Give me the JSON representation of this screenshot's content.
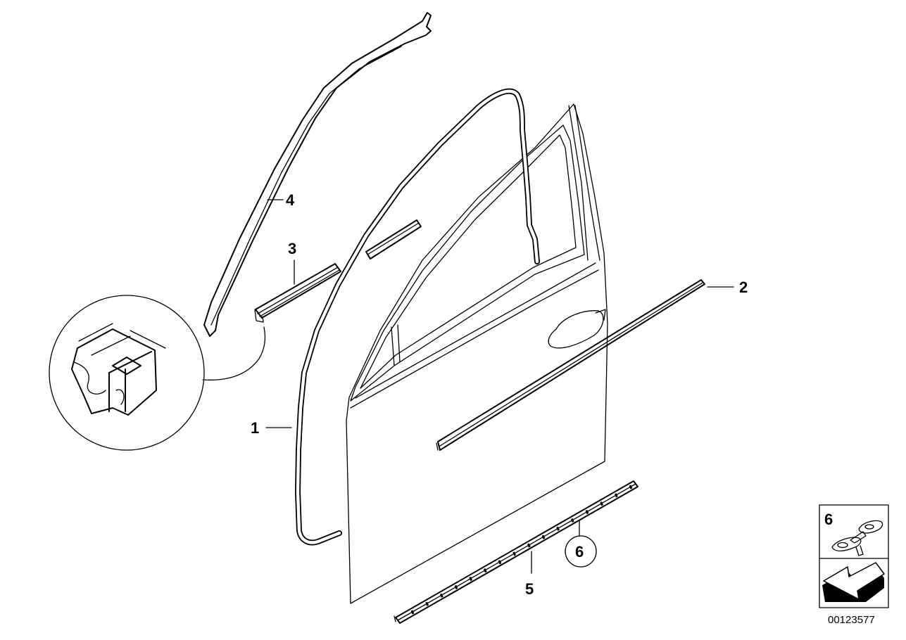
{
  "diagram": {
    "callouts": [
      {
        "id": "1",
        "label": "1"
      },
      {
        "id": "2",
        "label": "2"
      },
      {
        "id": "3",
        "label": "3"
      },
      {
        "id": "4",
        "label": "4"
      },
      {
        "id": "5",
        "label": "5"
      },
      {
        "id": "6",
        "label": "6"
      }
    ],
    "legend": {
      "item_label": "6"
    },
    "drawing_number": "00123577"
  }
}
